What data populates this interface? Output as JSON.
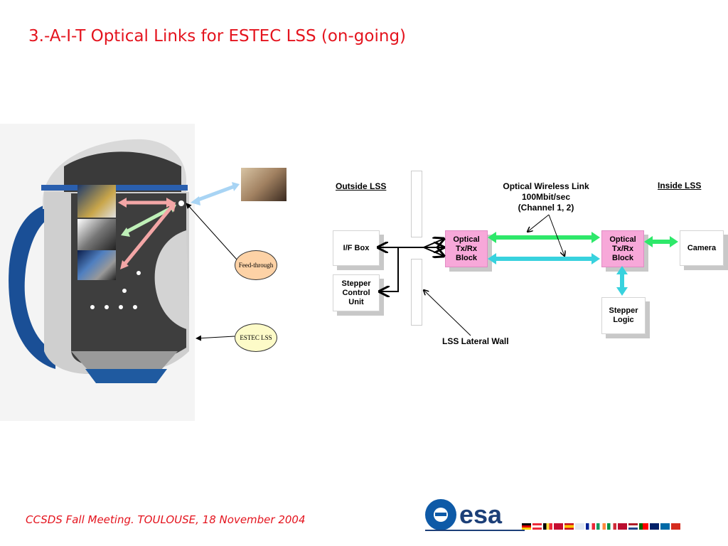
{
  "slide": {
    "title": "3.-A-I-T Optical Links for ESTEC LSS (on-going)",
    "footer": "CCSDS Fall  Meeting. TOULOUSE, 18 November 2004"
  },
  "left_illustration": {
    "feedthrough_label": "Feed-through",
    "estec_label": "ESTEC LSS"
  },
  "diagram": {
    "outside_label": "Outside LSS",
    "inside_label": "Inside LSS",
    "link_label_line1": "Optical Wireless Link",
    "link_label_line2": "100Mbit/sec",
    "link_label_line3": "(Channel 1, 2)",
    "wall_label": "LSS Lateral Wall",
    "if_box": "I/F Box",
    "stepper_control_l1": "Stepper",
    "stepper_control_l2": "Control",
    "stepper_control_l3": "Unit",
    "optical_l1": "Optical",
    "optical_l2": "Tx/Rx",
    "optical_l3": "Block",
    "camera": "Camera",
    "stepper_logic_l1": "Stepper",
    "stepper_logic_l2": "Logic"
  },
  "logo": {
    "text": "esa"
  },
  "colors": {
    "title": "#e4141e",
    "green_link": "#2ee86a",
    "cyan_link": "#38d2de",
    "optical_block": "#f7a8d9"
  }
}
